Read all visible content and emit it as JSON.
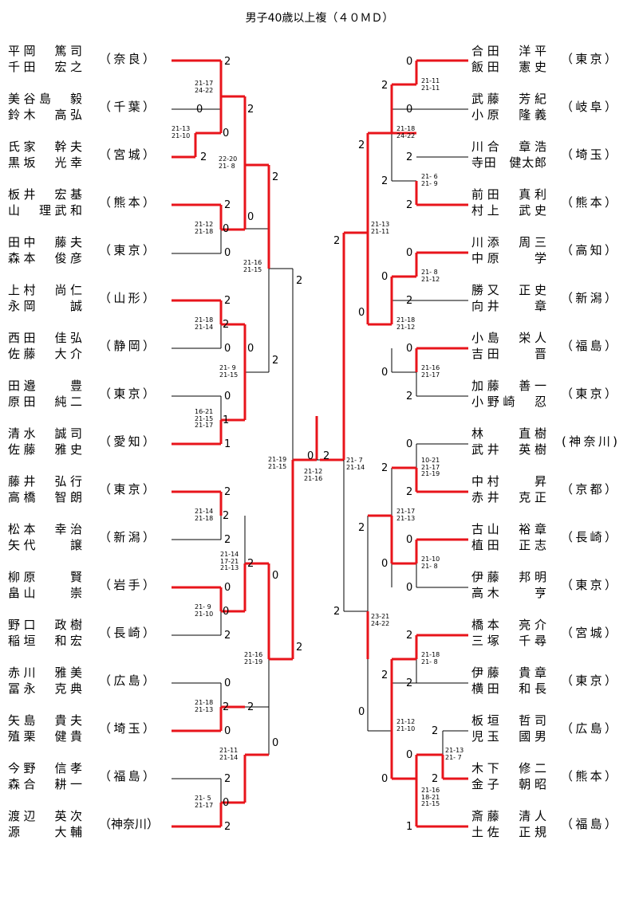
{
  "title": "男子40歳以上複（４０ＭＤ）",
  "colors": {
    "winner_line": "#e8141b",
    "line": "#000000"
  },
  "left_pairs": [
    {
      "p1": "平岡　篤司",
      "p2": "千田　宏之",
      "pref": "（奈良）"
    },
    {
      "p1": "美谷島　毅",
      "p2": "鈴木　高弘",
      "pref": "（千葉）"
    },
    {
      "p1": "氏家　幹夫",
      "p2": "黒坂　光幸",
      "pref": "（宮城）"
    },
    {
      "p1": "板井　宏基",
      "p2": "山　理武和",
      "pref": "（熊本）"
    },
    {
      "p1": "田中　藤夫",
      "p2": "森本　俊彦",
      "pref": "（東京）"
    },
    {
      "p1": "上村　尚仁",
      "p2": "永岡　　誠",
      "pref": "（山形）"
    },
    {
      "p1": "西田　佳弘",
      "p2": "佐藤　大介",
      "pref": "（静岡）"
    },
    {
      "p1": "田邉　　豊",
      "p2": "原田　純二",
      "pref": "（東京）"
    },
    {
      "p1": "清水　誠司",
      "p2": "佐藤　雅史",
      "pref": "（愛知）"
    },
    {
      "p1": "藤井　弘行",
      "p2": "高橋　智朗",
      "pref": "（東京）"
    },
    {
      "p1": "松本　幸治",
      "p2": "矢代　　譲",
      "pref": "（新潟）"
    },
    {
      "p1": "柳原　　賢",
      "p2": "畠山　　崇",
      "pref": "（岩手）"
    },
    {
      "p1": "野口　政樹",
      "p2": "稲垣　和宏",
      "pref": "（長崎）"
    },
    {
      "p1": "赤川　雅美",
      "p2": "冨永　克典",
      "pref": "（広島）"
    },
    {
      "p1": "矢島　貴夫",
      "p2": "殖栗　健貴",
      "pref": "（埼玉）"
    },
    {
      "p1": "今野　信孝",
      "p2": "森合　耕一",
      "pref": "（福島）"
    },
    {
      "p1": "渡辺　英次",
      "p2": "源　　大輔",
      "pref": "（神奈川）"
    }
  ],
  "right_pairs": [
    {
      "p1": "合田　洋平",
      "p2": "飯田　憲史",
      "pref": "（東京）"
    },
    {
      "p1": "武藤　芳紀",
      "p2": "小原　隆義",
      "pref": "（岐阜）"
    },
    {
      "p1": "川合　章浩",
      "p2": "寺田　健太郎",
      "pref": "（埼玉）"
    },
    {
      "p1": "前田　真利",
      "p2": "村上　武史",
      "pref": "（熊本）"
    },
    {
      "p1": "川添　周三",
      "p2": "中原　　学",
      "pref": "（高知）"
    },
    {
      "p1": "勝又　正史",
      "p2": "向井　　章",
      "pref": "（新潟）"
    },
    {
      "p1": "小島　栄人",
      "p2": "吉田　　晋",
      "pref": "（福島）"
    },
    {
      "p1": "加藤　善一",
      "p2": "小野崎　忍",
      "pref": "（東京）"
    },
    {
      "p1": "林　　直樹",
      "p2": "武井　英樹",
      "pref": "(神奈川)"
    },
    {
      "p1": "中村　　昇",
      "p2": "赤井　克正",
      "pref": "（京都）"
    },
    {
      "p1": "古山　裕章",
      "p2": "植田　正志",
      "pref": "（長崎）"
    },
    {
      "p1": "伊藤　邦明",
      "p2": "高木　　亨",
      "pref": "（東京）"
    },
    {
      "p1": "橋本　亮介",
      "p2": "三塚　千尋",
      "pref": "（宮城）"
    },
    {
      "p1": "伊藤　貴章",
      "p2": "横田　和長",
      "pref": "（東京）"
    },
    {
      "p1": "板垣　哲司",
      "p2": "児玉　國男",
      "pref": "（広島）"
    },
    {
      "p1": "木下　修二",
      "p2": "金子　朝昭",
      "pref": "（熊本）"
    },
    {
      "p1": "斎藤　清人",
      "p2": "土佐　正規",
      "pref": "（福島）"
    }
  ],
  "score_labels": [
    "2",
    "0",
    "2",
    "2",
    "0",
    "2",
    "0",
    "0",
    "1",
    "2",
    "2",
    "0",
    "2",
    "0",
    "0",
    "2",
    "2",
    "0",
    "0",
    "2",
    "1",
    "2",
    "0",
    "2",
    "0",
    "2",
    "0",
    "0",
    "2",
    "2",
    "2",
    "2",
    "0",
    "0",
    "2",
    "2",
    "0",
    "2",
    "0",
    "0",
    "2",
    "2",
    "0",
    "2",
    "0",
    "2",
    "0",
    "2",
    "0",
    "0",
    "2",
    "2",
    "0",
    "2",
    "1",
    "2",
    "2",
    "2",
    "0",
    "0",
    "2",
    "0",
    "2",
    "0",
    "2",
    "0",
    "2",
    "0",
    "2",
    "2",
    "0",
    "0",
    "2",
    "2"
  ],
  "set_scores": [
    "21-17\n24-22",
    "21-13\n21-10",
    "22-20\n21- 8",
    "21-12\n21-18",
    "21-16\n21-15",
    "21-18\n21-14",
    "21- 9\n21-15",
    "16-21\n21-15\n21-17",
    "21-19\n21-15",
    "21-14\n21-18",
    "21-14\n17-21\n21-13",
    "21- 9\n21-10",
    "21-16\n21-19",
    "21-18\n21-13",
    "21-11\n21-14",
    "21- 5\n21-17",
    "21-12\n21-16",
    "21-11\n21-11",
    "21-18\n24-22",
    "21- 6\n21- 9",
    "21-13\n21-11",
    "21- 8\n21-12",
    "21-18\n21-12",
    "21-16\n21-17",
    "21- 7\n21-14",
    "10-21\n21-17\n21-19",
    "21-17\n21-13",
    "21-10\n21- 8",
    "23-21\n24-22",
    "21-18\n21- 8",
    "21-12\n21-10",
    "21-13\n21- 7",
    "21-16\n18-21\n21-15"
  ]
}
